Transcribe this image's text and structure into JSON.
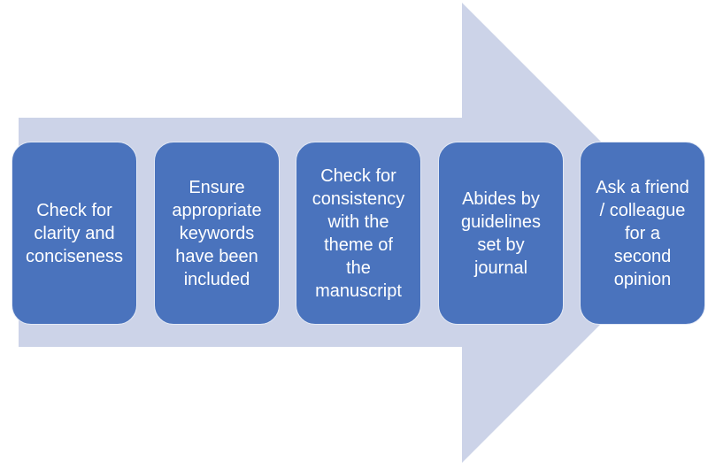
{
  "diagram": {
    "type": "process-arrow",
    "direction": "right",
    "arrow_color": "#ccd3e8",
    "box_fill": "#4a73bd",
    "box_border": "#e3e9f5",
    "text_color": "#ffffff",
    "steps": [
      {
        "label": "Check for\nclarity and\nconciseness"
      },
      {
        "label": "Ensure\nappropriate\nkeywords\nhave been\nincluded"
      },
      {
        "label": "Check for\nconsistency\nwith the\ntheme of\nthe\nmanuscript"
      },
      {
        "label": "Abides by\nguidelines\nset by\njournal"
      },
      {
        "label": "Ask a friend\n/ colleague\nfor a\nsecond\nopinion"
      }
    ]
  }
}
